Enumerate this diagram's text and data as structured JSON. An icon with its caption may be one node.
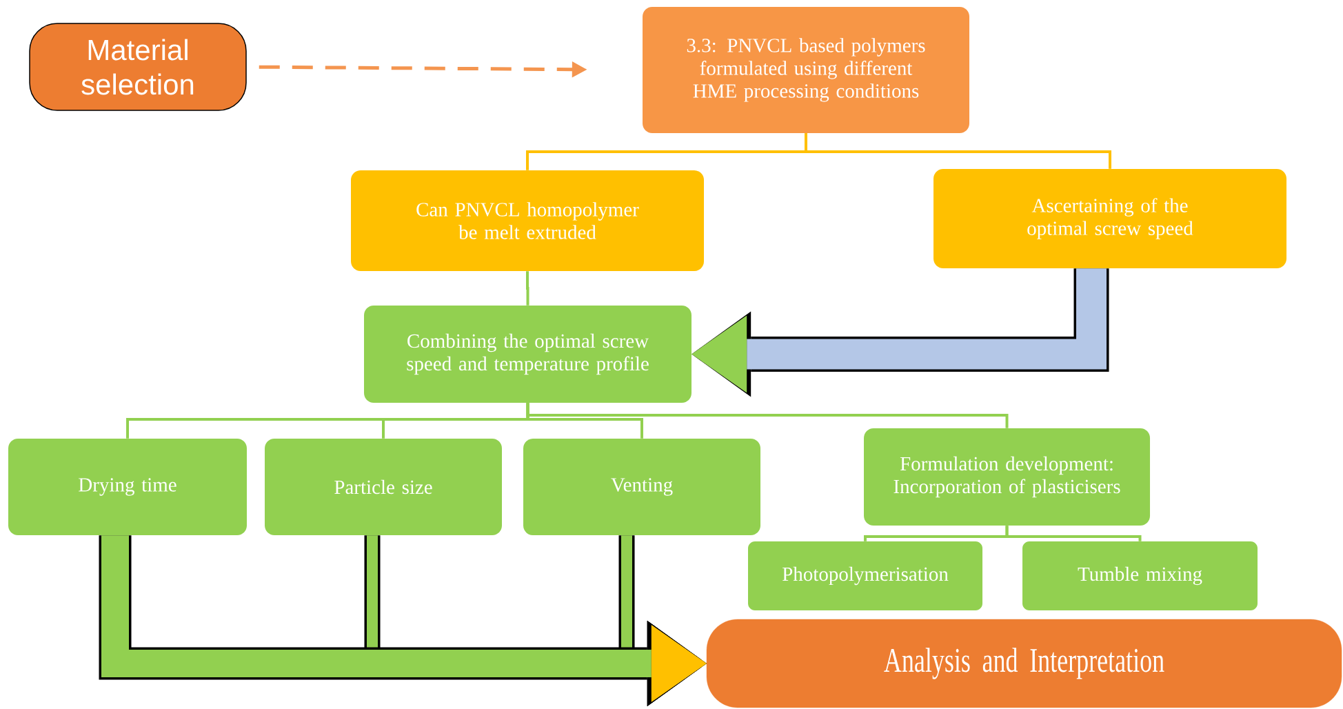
{
  "diagram": {
    "nodes": [
      {
        "text": [
          "Material selection"
        ]
      },
      {
        "text": [
          "3.3: PNVCL based polymers formulated using different HME processing conditions"
        ]
      },
      {
        "text": [
          "Can PNVCL homopolymer be melt extruded"
        ]
      },
      {
        "text": [
          "Ascertaining of the optimal screw speed"
        ]
      },
      {
        "text": [
          "Combining the optimal screw speed and temperature profile"
        ]
      },
      {
        "text": [
          "Drying time"
        ]
      },
      {
        "text": [
          "Particle size"
        ]
      },
      {
        "text": [
          "Venting"
        ]
      },
      {
        "text": [
          "Formulation development: Incorporation of plasticisers"
        ]
      },
      {
        "text": [
          "Photopolymerisation"
        ]
      },
      {
        "text": [
          "Tumble mixing"
        ]
      },
      {
        "text": [
          "Analysis and Interpretation"
        ]
      }
    ],
    "edges": [
      {
        "from": 0,
        "to": 1,
        "arrow": "to",
        "style": "dashed",
        "color": "#f4954f"
      },
      {
        "from": 1,
        "to": 2,
        "arrow": "none",
        "color": "#ffc000"
      },
      {
        "from": 1,
        "to": 3,
        "arrow": "none",
        "color": "#ffc000"
      },
      {
        "from": 2,
        "to": 4,
        "arrow": "none"
      },
      {
        "from": 3,
        "to": 4,
        "arrow": "to",
        "style": "thick",
        "color": "#b4c7e7"
      },
      {
        "from": 4,
        "to": 5,
        "arrow": "none"
      },
      {
        "from": 4,
        "to": 6,
        "arrow": "none"
      },
      {
        "from": 4,
        "to": 7,
        "arrow": "none"
      },
      {
        "from": 4,
        "to": 8,
        "arrow": "none"
      },
      {
        "from": 8,
        "to": 9,
        "arrow": "none"
      },
      {
        "from": 8,
        "to": 10,
        "arrow": "none"
      },
      {
        "from": 5,
        "to": 11,
        "arrow": "to",
        "style": "thick"
      },
      {
        "from": 6,
        "to": 11,
        "arrow": "to",
        "style": "thick"
      },
      {
        "from": 7,
        "to": 11,
        "arrow": "to",
        "style": "thick"
      }
    ]
  }
}
